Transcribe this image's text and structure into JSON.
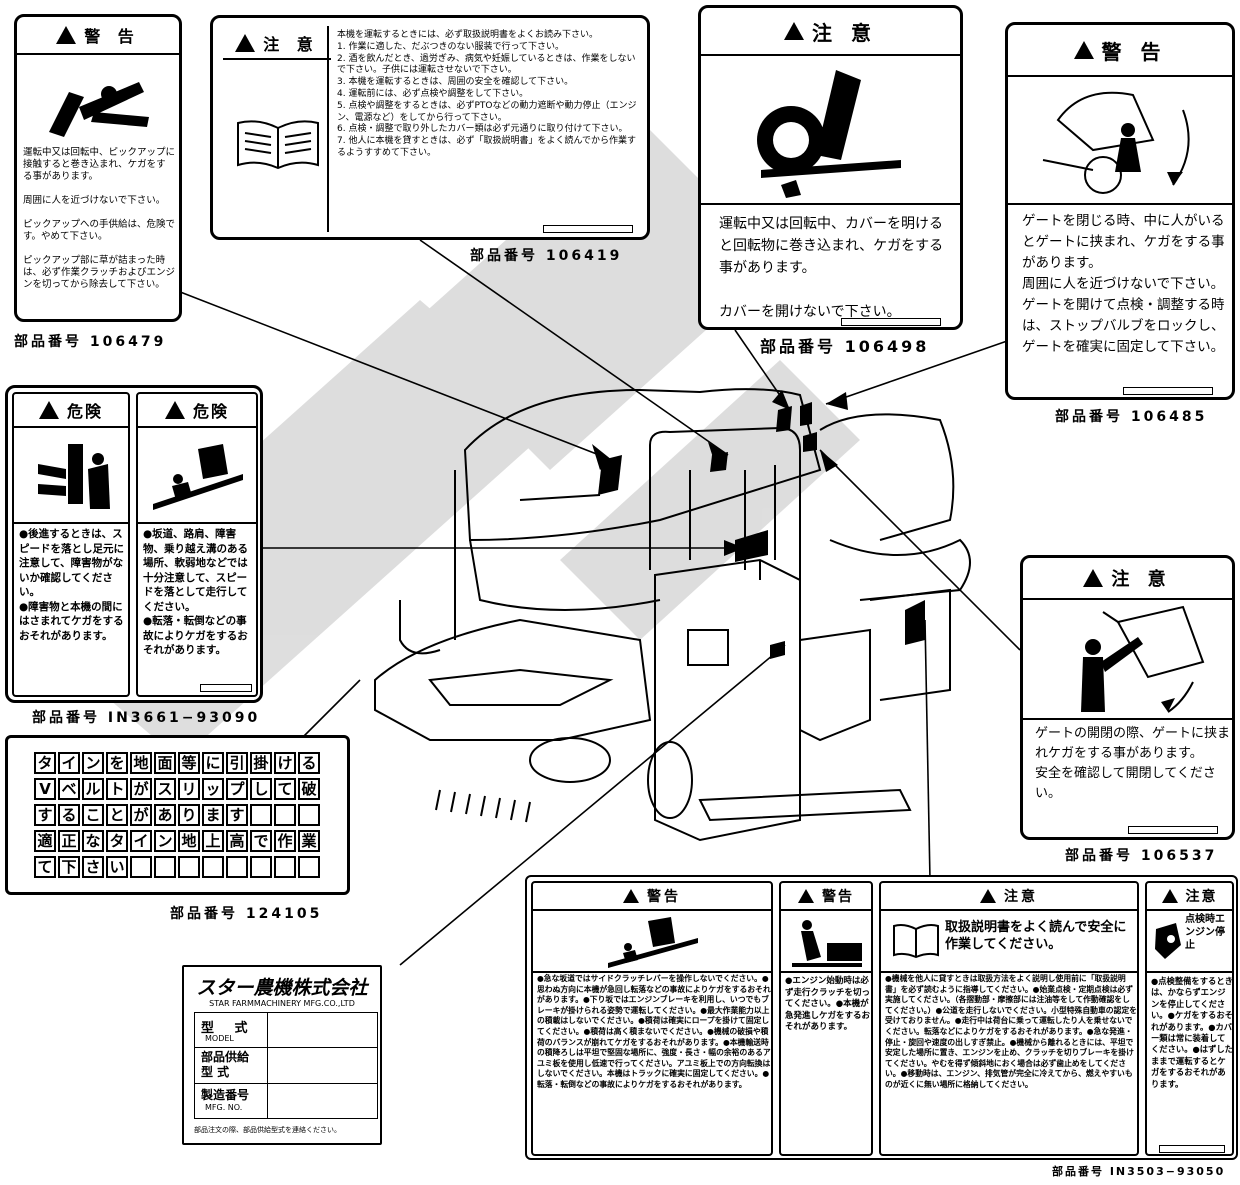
{
  "labels": {
    "l106479": {
      "header": "警 告",
      "text": "運転中又は回転中、ピックアップに接触すると巻き込まれ、ケガをする事があります。\n\n周囲に人を近づけないで下さい。\n\nピックアップへの手供給は、危険です。やめて下さい。\n\nピックアップ部に草が詰まった時は、必ず作業クラッチおよびエンジンを切ってから除去して下さい。",
      "part": "部品番号 106479"
    },
    "l106419": {
      "header": "注 意",
      "text": "本機を運転するときには、必ず取扱説明書をよくお読み下さい。\n1. 作業に適した、だぶつきのない服装で行って下さい。\n2. 酒を飲んだとき、過労ぎみ、病気や妊娠しているときは、作業をしないで下さい。子供には運転させないで下さい。\n3. 本機を運転するときは、周囲の安全を確認して下さい。\n4. 運転前には、必ず点検や調整をして下さい。\n5. 点検や調整をするときは、必ずPTOなどの動力遮断や動力停止（エンジン、電源など）をしてから行って下さい。\n6. 点検・調整で取り外したカバー類は必ず元通りに取り付けて下さい。\n7. 他人に本機を貸すときは、必ず「取扱説明書」をよく読んでから作業するようすすめて下さい。",
      "part": "部品番号 106419"
    },
    "l106498": {
      "header": "注 意",
      "text": "運転中又は回転中、カバーを明けると回転物に巻き込まれ、ケガをする事があります。\n\nカバーを開けないで下さい。",
      "part": "部品番号 106498"
    },
    "l106485": {
      "header": "警 告",
      "text": "ゲートを閉じる時、中に人がいるとゲートに挟まれ、ケガをする事があります。\n周囲に人を近づけないで下さい。\nゲートを開けて点検・調整する時は、ストップバルブをロックし、ゲートを確実に固定して下さい。",
      "part": "部品番号 106485"
    },
    "lIN3661": {
      "header_left": "危険",
      "header_right": "危険",
      "text_left": "●後進するときは、スピードを落とし足元に注意して、障害物がないか確認してください。\n●障害物と本機の間にはさまれてケガをするおそれがあります。",
      "text_right": "●坂道、路肩、障害物、乗り越え溝のある場所、軟弱地などでは十分注意して、スピードを落として走行してください。\n●転落・転倒などの事故によりケガをするおそれがあります。",
      "part": "部品番号 IN3661−93090"
    },
    "l106537": {
      "header": "注 意",
      "text": "ゲートの開閉の際、ゲートに挟まれケガをする事があります。\n安全を確認して開閉してください。",
      "part": "部品番号 106537"
    },
    "l124105": {
      "rows": [
        "タインを地面等に引掛けると",
        "Vベルトがスリップして破損",
        "することがあります",
        "適正なタイン地上高で作業し",
        "て下さい"
      ],
      "part": "部品番号 124105"
    },
    "plate": {
      "company": "スター農機株式会社",
      "company_en": "STAR FARMMACHINERY MFG.CO.,LTD",
      "row1": "型 式",
      "row1_en": "MODEL",
      "row2": "部品供給\n型 式",
      "row3": "製造番号",
      "row3_en": "MFG. NO.",
      "footer": "部品注文の際、部品供給型式を連絡ください。"
    },
    "lIN3503": {
      "h1": "警告",
      "h2": "警告",
      "h3": "注意",
      "h4": "注意",
      "t1": "●急な坂道ではサイドクラッチレバーを操作しないでください。●思わぬ方向に本機が急回し転落などの事故によりケガをするおそれがあります。●下り坂ではエンジンブレーキを利用し、いつでもブレーキが掛けられる姿勢で運転してください。●最大作業能力以上の積載はしないでください。●積荷は確実にロープを掛けて固定してください。●積荷は高く積まないでください。●機械の破損や積荷のバランスが崩れてケガをするおそれがあります。●本機輸送時の積降ろしは平坦で堅固な場所に、強度・長さ・幅の余裕のあるアユミ板を使用し低速で行ってください。アユミ板上での方向転換はしないでください。本機はトラックに確実に固定してください。●転落・転倒などの事故によりケガをするおそれがあります。",
      "t2": "●エンジン始動時は必ず走行クラッチを切ってください。●本機が急発進しケガをするおそれがあります。",
      "t3_head": "取扱説明書をよく読んで安全に作業してください。",
      "t3": "●機械を他人に貸すときは取扱方法をよく説明し使用前に「取扱説明書」を必ず読むように指導してください。●始業点検・定期点検は必ず実施してください。（各摺動部・摩擦部には注油等をして作動確認をしてください。）●公道を走行しないでください。小型特殊自動車の認定を受けておりません。●走行中は荷台に乗って運転したり人を乗せないでください。転落などによりケガをするおそれがあります。●急な発進・停止・旋回や速度の出しすぎ禁止。●機械から離れるときには、平坦で安定した場所に置き、エンジンを止め、クラッチを切りブレーキを掛けてください。やむを得ず傾斜地におく場合は必ず歯止めをしてください。●移動時は、エンジン、排気管が完全に冷えてから、燃えやすいものが近くに無い場所に格納してください。",
      "t4_head": "点検時エンジン停止",
      "t4": "●点検整備をするときは、かならずエンジンを停止してください。●ケガをするおそれがあります。●カバー類は常に装着してください。●はずしたままで運転するとケガをするおそれがあります。",
      "part": "部品番号 IN3503−93050"
    }
  }
}
